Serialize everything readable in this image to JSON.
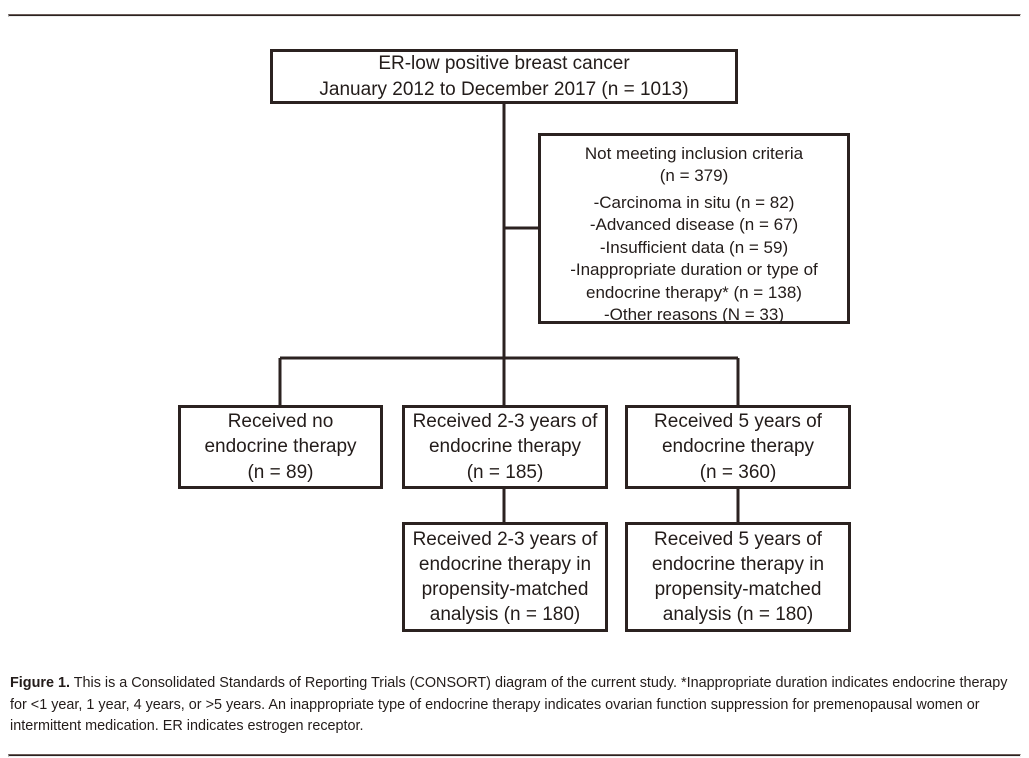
{
  "figure": {
    "nodes": {
      "source": {
        "lines": [
          "ER-low positive breast cancer",
          "January 2012 to December 2017 (n = 1013)"
        ]
      },
      "excluded": {
        "heading_line1": "Not meeting inclusion criteria",
        "heading_line2": "(n = 379)",
        "reasons": [
          "-Carcinoma in situ (n = 82)",
          "-Advanced disease (n = 67)",
          "-Insufficient data (n = 59)",
          "-Inappropriate duration or type of",
          "endocrine therapy* (n = 138)",
          "-Other reasons (N = 33)"
        ]
      },
      "arm_none": {
        "line1": "Received no",
        "line2": "endocrine therapy",
        "line3": "(n = 89)"
      },
      "arm_short": {
        "line1": "Received 2-3 years of",
        "line2": "endocrine therapy",
        "line3": "(n = 185)"
      },
      "arm_long": {
        "line1": "Received 5 years of",
        "line2": "endocrine therapy",
        "line3": "(n = 360)"
      },
      "matched_short": {
        "line1": "Received 2-3 years of",
        "line2": "endocrine therapy in",
        "line3": "propensity-matched",
        "line4": "analysis (n = 180)"
      },
      "matched_long": {
        "line1": "Received 5 years of",
        "line2": "endocrine therapy in",
        "line3": "propensity-matched",
        "line4": "analysis (n = 180)"
      }
    },
    "caption": {
      "label": "Figure 1.",
      "text": " This is a Consolidated Standards of Reporting Trials (CONSORT) diagram of the current study. *Inappropriate duration indicates endocrine therapy for <1 year, 1 year, 4 years, or >5 years. An inappropriate type of endocrine therapy indicates ovarian function suppression for premenopausal women or intermittent medication. ER indicates estrogen receptor."
    },
    "colors": {
      "stroke": "#2b2220",
      "text": "#231c1a",
      "background": "#ffffff"
    }
  }
}
